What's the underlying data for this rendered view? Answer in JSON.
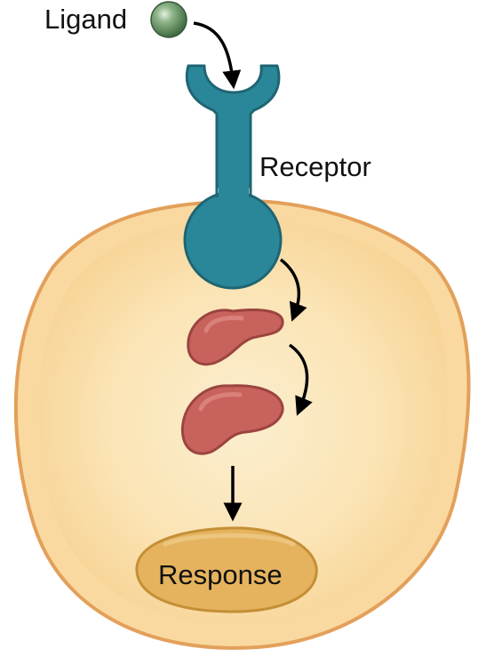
{
  "labels": {
    "ligand": "Ligand",
    "receptor": "Receptor",
    "response": "Response"
  },
  "colors": {
    "cell_fill": "#f9dba0",
    "cell_inner": "#fbeccb",
    "cell_outline": "#e3a05a",
    "receptor": "#2a8799",
    "receptor_outline": "#1f6573",
    "signal_protein": "#c8625c",
    "signal_protein_outline": "#9b4440",
    "response_fill": "#e5b35e",
    "response_outline": "#c48f35",
    "ligand": "#5a8b5a",
    "arrow": "#000000"
  },
  "icons": {
    "ligand": "sphere-icon",
    "arrows": "curved-arrow-icon"
  }
}
